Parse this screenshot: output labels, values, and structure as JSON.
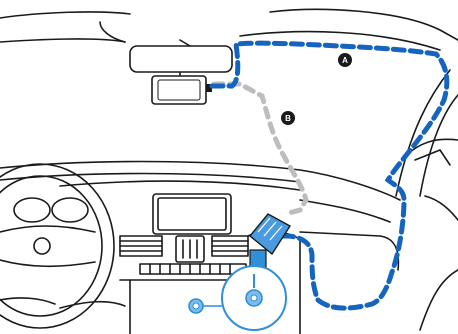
{
  "figure": {
    "markers": [
      {
        "id": "route-a",
        "letter": "A"
      },
      {
        "id": "route-b",
        "letter": "B"
      }
    ]
  },
  "colors": {
    "line_art": "#1a1a1a",
    "route_a": "#1f6fbf",
    "route_a_dashed": "#1565c0",
    "route_b": "#bdbdbd",
    "highlight": "#2f8fd8",
    "background": "#ffffff",
    "marker_fill": "#1a1a1a"
  },
  "icons": [
    "dash-camera-icon",
    "car-charger-icon",
    "power-socket-icon"
  ]
}
